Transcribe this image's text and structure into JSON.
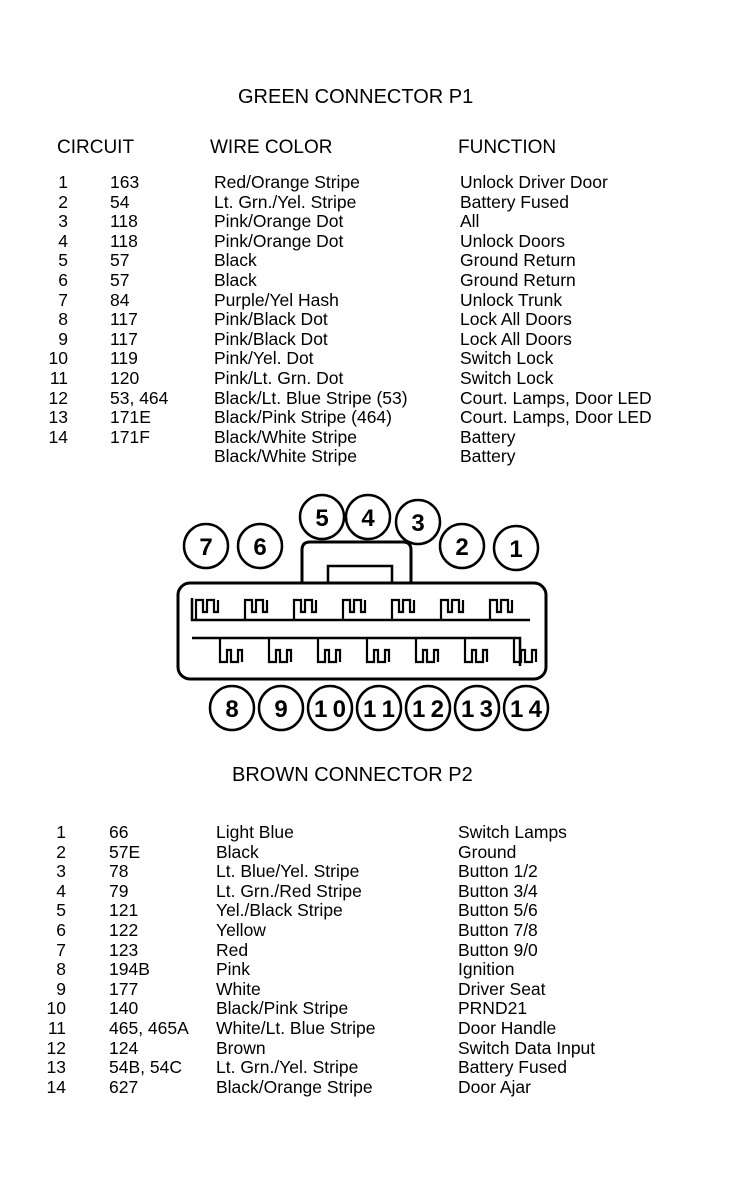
{
  "p1": {
    "title": "GREEN CONNECTOR P1",
    "headers": {
      "circuit": "CIRCUIT",
      "wire": "WIRE COLOR",
      "function": "FUNCTION"
    },
    "rows": [
      {
        "num": "1",
        "circuit": "163",
        "wire": "Red/Orange Stripe",
        "function": "Unlock Driver Door"
      },
      {
        "num": "2",
        "circuit": "54",
        "wire": "Lt. Grn./Yel. Stripe",
        "function": "Battery Fused"
      },
      {
        "num": "3",
        "circuit": "118",
        "wire": "Pink/Orange Dot",
        "function": "All"
      },
      {
        "num": "4",
        "circuit": "118",
        "wire": "Pink/Orange Dot",
        "function": "Unlock Doors"
      },
      {
        "num": "5",
        "circuit": "57",
        "wire": "Black",
        "function": "Ground Return"
      },
      {
        "num": "6",
        "circuit": "57",
        "wire": "Black",
        "function": "Ground Return"
      },
      {
        "num": "7",
        "circuit": "84",
        "wire": "Purple/Yel Hash",
        "function": "Unlock Trunk"
      },
      {
        "num": "8",
        "circuit": "117",
        "wire": "Pink/Black Dot",
        "function": "Lock All Doors"
      },
      {
        "num": "9",
        "circuit": "117",
        "wire": "Pink/Black Dot",
        "function": "Lock All Doors"
      },
      {
        "num": "10",
        "circuit": "119",
        "wire": "Pink/Yel. Dot",
        "function": "Switch Lock"
      },
      {
        "num": "11",
        "circuit": "120",
        "wire": "Pink/Lt. Grn. Dot",
        "function": "Switch Lock"
      },
      {
        "num": "12",
        "circuit": "53, 464",
        "wire": "Black/Lt. Blue Stripe (53)",
        "function": "Court. Lamps, Door LED"
      },
      {
        "num": "13",
        "circuit": "171E",
        "wire": "Black/Pink Stripe (464)",
        "function": "Court. Lamps, Door LED"
      },
      {
        "num": "14",
        "circuit": "171F",
        "wire": "Black/White Stripe",
        "function": "Battery"
      },
      {
        "num": "",
        "circuit": "",
        "wire": "Black/White Stripe",
        "function": "Battery"
      }
    ]
  },
  "connector": {
    "top_pins": [
      "7",
      "6",
      "5",
      "4",
      "3",
      "2",
      "1"
    ],
    "bottom_pins": [
      "8",
      "9",
      "10",
      "11",
      "12",
      "13",
      "14"
    ]
  },
  "p2": {
    "title": "BROWN CONNECTOR P2",
    "rows": [
      {
        "num": "1",
        "circuit": "66",
        "wire": "Light Blue",
        "function": "Switch Lamps"
      },
      {
        "num": "2",
        "circuit": "57E",
        "wire": "Black",
        "function": "Ground"
      },
      {
        "num": "3",
        "circuit": "78",
        "wire": "Lt. Blue/Yel. Stripe",
        "function": "Button 1/2"
      },
      {
        "num": "4",
        "circuit": "79",
        "wire": "Lt. Grn./Red Stripe",
        "function": "Button 3/4"
      },
      {
        "num": "5",
        "circuit": "121",
        "wire": "Yel./Black Stripe",
        "function": "Button 5/6"
      },
      {
        "num": "6",
        "circuit": "122",
        "wire": "Yellow",
        "function": "Button 7/8"
      },
      {
        "num": "7",
        "circuit": "123",
        "wire": "Red",
        "function": "Button 9/0"
      },
      {
        "num": "8",
        "circuit": "194B",
        "wire": "Pink",
        "function": "Ignition"
      },
      {
        "num": "9",
        "circuit": "177",
        "wire": "White",
        "function": "Driver Seat"
      },
      {
        "num": "10",
        "circuit": "140",
        "wire": "Black/Pink Stripe",
        "function": "PRND21"
      },
      {
        "num": "11",
        "circuit": "465, 465A",
        "wire": "White/Lt. Blue Stripe",
        "function": "Door Handle"
      },
      {
        "num": "12",
        "circuit": "124",
        "wire": "Brown",
        "function": "Switch Data Input"
      },
      {
        "num": "13",
        "circuit": "54B, 54C",
        "wire": "Lt. Grn./Yel. Stripe",
        "function": "Battery Fused"
      },
      {
        "num": "14",
        "circuit": "627",
        "wire": "Black/Orange Stripe",
        "function": "Door Ajar"
      }
    ]
  }
}
